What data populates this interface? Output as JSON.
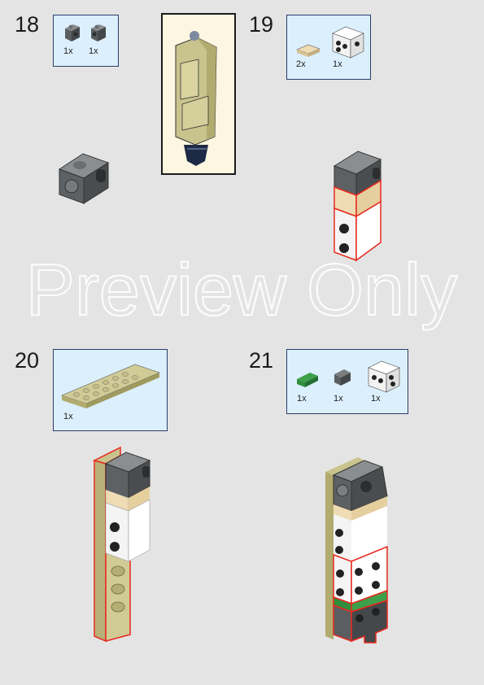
{
  "steps": [
    {
      "number": "18",
      "parts": [
        {
          "qty": "1x",
          "icon": "dark-gray-1x1-brick-with-side-stud"
        },
        {
          "qty": "1x",
          "icon": "dark-gray-1x1-brick-with-side-stud"
        }
      ]
    },
    {
      "number": "19",
      "parts": [
        {
          "qty": "2x",
          "icon": "tan-1x2-plate"
        },
        {
          "qty": "1x",
          "icon": "white-brick-with-studs"
        }
      ]
    },
    {
      "number": "20",
      "parts": [
        {
          "qty": "1x",
          "icon": "olive-2x8-plate"
        }
      ]
    },
    {
      "number": "21",
      "parts": [
        {
          "qty": "1x",
          "icon": "green-clip-plate"
        },
        {
          "qty": "1x",
          "icon": "dark-gray-clip"
        },
        {
          "qty": "1x",
          "icon": "white-brick-with-studs"
        }
      ]
    }
  ],
  "watermark": "Preview Only",
  "colors": {
    "background": "#e4e4e4",
    "parts_box": "#dceffc",
    "parts_border": "#2a3d6a",
    "callout_bg": "#fdf6e0",
    "highlight": "#e8281e",
    "olive": "#c9c48e",
    "dark_gray": "#5b5e60",
    "tan": "#efdcb4",
    "white": "#ffffff",
    "green": "#2f8f3c"
  }
}
